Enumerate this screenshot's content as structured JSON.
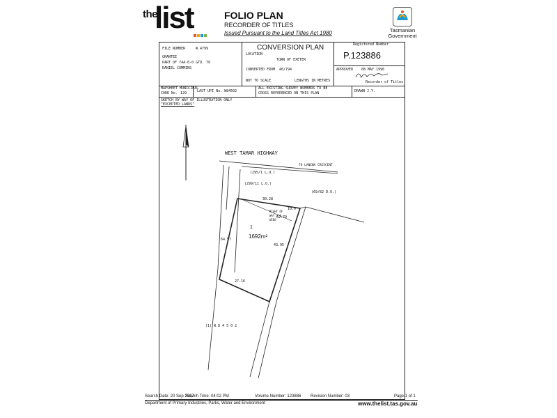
{
  "header": {
    "logo_the": "the",
    "logo_list": "list",
    "logo_colors": [
      "#e25b23",
      "#f2a900",
      "#1a9bd7",
      "#7ab648"
    ],
    "title": "FOLIO PLAN",
    "subtitle": "RECORDER OF TITLES",
    "issued": "Issued Pursuant to the Land Titles Act 1980",
    "gov_line1": "Tasmanian",
    "gov_line2": "Government"
  },
  "plan": {
    "file_number_label": "FILE NUMBER",
    "file_number": "W.4799",
    "grantee_label": "GRANTEE",
    "grantee_1": "PART OF 74A-0-0 GTD. TO",
    "grantee_2": "DANIEL CUMMINS",
    "conversion_title": "CONVERSION PLAN",
    "location_label": "LOCATION",
    "location": "TOWN OF EXETER",
    "converted_label": "CONVERTED FROM",
    "converted": "40/794",
    "not_to_scale": "NOT TO SCALE",
    "lengths": "LENGTHS IN METRES",
    "registered_label": "Registered Number",
    "plan_number": "P.123886",
    "approved_label": "APPROVED",
    "approved_date": "08 MAY 1996",
    "recorder": "Recorder of Titles",
    "municipal_label": "MAPSHEET MUNICIPAL",
    "code_label": "CODE No.",
    "code": "129",
    "last_upi": "LAST UPI No. W84502",
    "all_existing_1": "ALL EXISTING SURVEY NUMBERS TO BE",
    "all_existing_2": "CROSS REFERENCED ON THIS PLAN",
    "drawn": "DRAWN  J.Y.",
    "sketch_1": "SKETCH BY WAY OF ILLUSTRATION ONLY",
    "sketch_2": "\"EXCEPTED LANDS\"",
    "road": "WEST    TAMAR    HIGHWAY",
    "to_lanena": "TO LANENA CRESCENT",
    "ref_1": "(295/1 L.O.)",
    "ref_2": "(299/11 L.O.)",
    "ref_3": "(69/82 D.O.)",
    "lot": "1",
    "area": "1692m²",
    "dim_top": "30.28",
    "dim_side": "43.95",
    "dim_left": "64.57",
    "dim_bottom": "27.16",
    "dim_right": "62.79",
    "dim_small": "10.0",
    "row": "RIGHT OF WAY 3.0 WIDE",
    "bottom_label": "(1)  W 8 4 5 0 2"
  },
  "footer": {
    "search_date": "Search Date: 20 Sep 2017",
    "search_time": "Search Time: 04:02 PM",
    "volume": "Volume Number: 123886",
    "revision": "Revision Number: 03",
    "page": "Page 1 of 1",
    "department": "Department of Primary Industries, Parks, Water and Environment",
    "website": "www.thelist.tas.gov.au"
  }
}
